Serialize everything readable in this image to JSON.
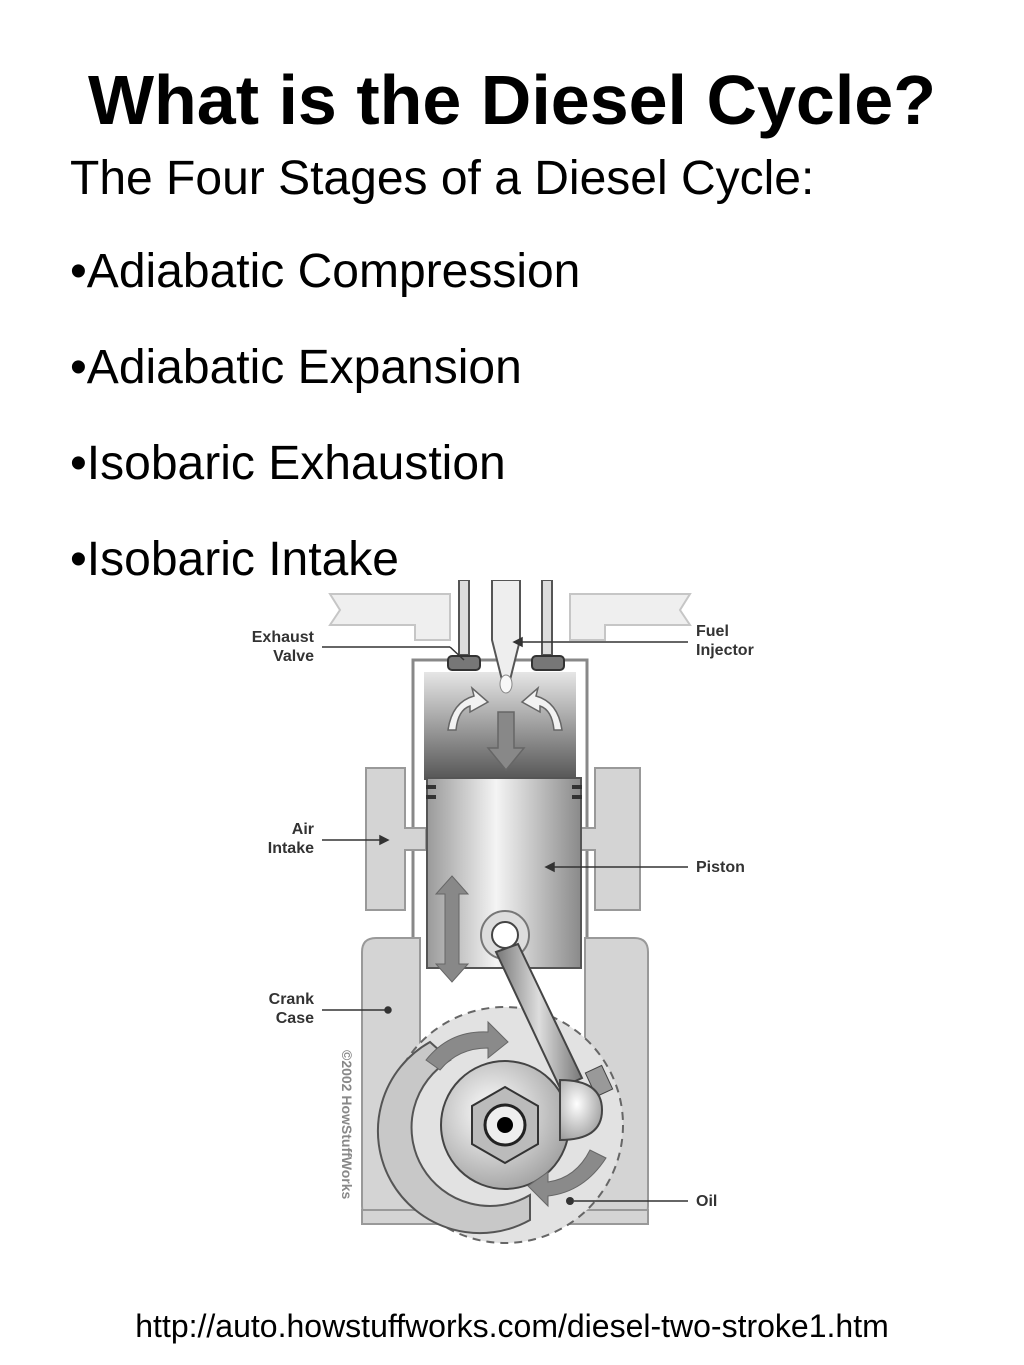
{
  "title": "What is the Diesel Cycle?",
  "subtitle": "The Four Stages of a Diesel Cycle:",
  "stages": [
    "•Adiabatic Compression",
    "•Adiabatic Expansion",
    "•Isobaric Exhaustion",
    "•Isobaric Intake"
  ],
  "diagram": {
    "labels": {
      "exhaust_valve_1": "Exhaust",
      "exhaust_valve_2": "Valve",
      "fuel_injector_1": "Fuel",
      "fuel_injector_2": "Injector",
      "air_intake_1": "Air",
      "air_intake_2": "Intake",
      "piston": "Piston",
      "crank_case_1": "Crank",
      "crank_case_2": "Case",
      "oil": "Oil"
    },
    "copyright": "©2002 HowStuffWorks"
  },
  "source_url": "http://auto.howstuffworks.com/diesel-two-stroke1.htm"
}
